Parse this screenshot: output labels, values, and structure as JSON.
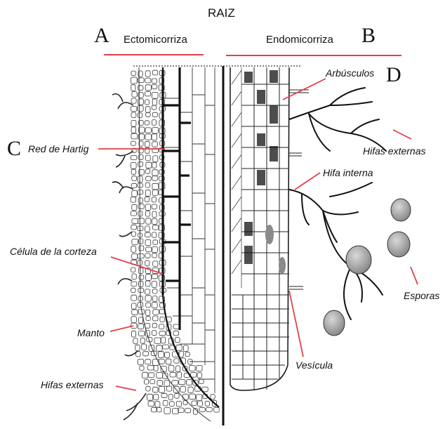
{
  "title": "RAIZ",
  "sections": {
    "left": {
      "letter": "A",
      "name": "Ectomicorriza"
    },
    "right": {
      "letter": "B",
      "name": "Endomicorriza"
    }
  },
  "letters": {
    "c": "C",
    "d": "D"
  },
  "labels": {
    "red_hartig": "Red de Hartig",
    "celula_corteza": "Célula de la corteza",
    "manto": "Manto",
    "hifas_externas_left": "Hifas externas",
    "arbusculos": "Arbúsculos",
    "hifas_externas_right": "Hifas externas",
    "hifa_interna": "Hifa interna",
    "esporas": "Esporas",
    "vesicula": "Vesícula"
  },
  "colors": {
    "accent": "#e0404a",
    "ink": "#111111",
    "spore": "#9a9a9a"
  }
}
